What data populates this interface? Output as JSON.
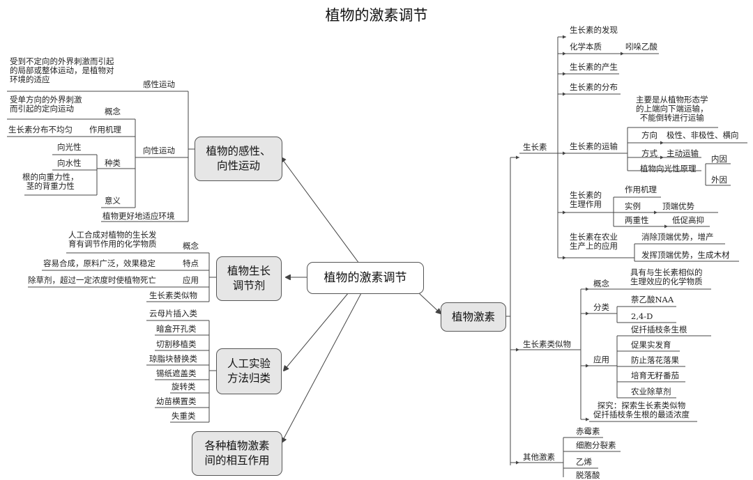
{
  "title": "植物的激素调节",
  "center": "植物的激素调节",
  "left": {
    "sense": {
      "box": "植物的感性、\n向性运动",
      "nastic_label": "感性运动",
      "nastic_def": "受到不定向的外界刺激而引起\n的局部或整体运动，是植物对\n环境的适应",
      "tropism_label": "向性运动",
      "concept_label": "概念",
      "concept_text": "受单方向的外界刺激\n而引起的定向运动",
      "mechanism_label": "作用机理",
      "mechanism_text": "生长素分布不均匀",
      "types_label": "种类",
      "types": [
        "向光性",
        "向水性",
        "根的向重力性，\n茎的背重力性"
      ],
      "meaning_label": "意义",
      "meaning_text": "植物更好地适应环境"
    },
    "regulator": {
      "box": "植物生长\n调节剂",
      "concept_label": "概念",
      "concept_text": "人工合成对植物的生长发\n育有调节作用的化学物质",
      "feature_label": "特点",
      "feature_text": "容易合成，原料广泛，效果稳定",
      "use_label": "应用",
      "use_text": "除草剂，超过一定浓度时使植物死亡",
      "analog": "生长素类似物"
    },
    "methods": {
      "box": "人工实验\n方法归类",
      "items": [
        "云母片插入类",
        "暗盒开孔类",
        "切割移植类",
        "琼脂块替换类",
        "锡纸遮盖类",
        "旋转类",
        "幼苗横置类",
        "失重类"
      ]
    },
    "interaction": {
      "box": "各种植物激素\n间的相互作用"
    }
  },
  "right": {
    "box": "植物激素",
    "auxin": {
      "label": "生长素",
      "discovery": "生长素的发现",
      "chemical_label": "化学本质",
      "chemical_value": "吲哚乙酸",
      "production": "生长素的产生",
      "distribution": "生长素的分布",
      "transport_label": "生长素的运输",
      "transport_note": "主要是从植物形态学\n的上端向下端运输，\n不能倒转进行运输",
      "direction_label": "方向",
      "direction_value": "极性、非极性、横向",
      "mode_label": "方式",
      "mode_value": "主动运输",
      "phototropism": "植物向光性原理",
      "internal": "内因",
      "external": "外因",
      "physio_label": "生长素的\n生理作用",
      "physio_mechanism": "作用机理",
      "example_label": "实例",
      "example_value": "顶端优势",
      "dual_label": "两重性",
      "dual_value": "低促高抑",
      "agri_label": "生长素在农业\n生产上的应用",
      "agri_1": "消除顶端优势，增产",
      "agri_2": "发挥顶端优势，生成木材"
    },
    "analogs": {
      "label": "生长素类似物",
      "concept_label": "概念",
      "concept_value": "具有与生长素相似的\n生理效应的化学物质",
      "class_label": "分类",
      "class_1": "萘乙酸NAA",
      "class_2": "2,4-D",
      "use_label": "应用",
      "uses": [
        "促扦插枝条生根",
        "促果实发育",
        "防止落花落果",
        "培育无籽番茄",
        "农业除草剂"
      ],
      "explore": "探究：探索生长素类似物\n促扦插枝条生根的最适浓度"
    },
    "others": {
      "label": "其他激素",
      "items": [
        "赤霉素",
        "细胞分裂素",
        "乙烯",
        "脱落酸"
      ]
    }
  }
}
